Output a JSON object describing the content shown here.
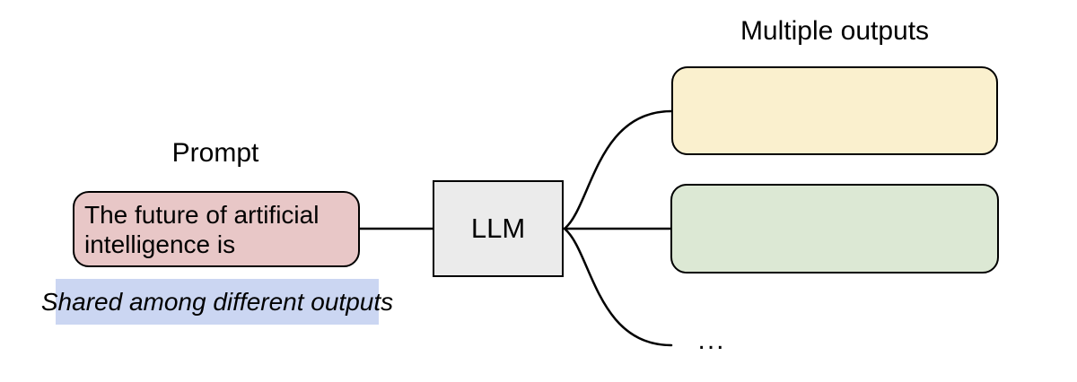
{
  "background": "#FFFFFF",
  "stroke_color": "#000000",
  "prompt": {
    "label": "Prompt",
    "box_text": "The future of artificial intelligence is",
    "box_fill": "#E8C7C7",
    "note_text": "Shared among different outputs",
    "note_fill": "#CBD6F2"
  },
  "llm": {
    "label": "LLM",
    "fill": "#EBEBEB"
  },
  "outputs": {
    "label": "Multiple outputs",
    "boxes": [
      {
        "fill": "#FAF0CE"
      },
      {
        "fill": "#DCE8D4"
      }
    ],
    "ellipsis": "..."
  }
}
